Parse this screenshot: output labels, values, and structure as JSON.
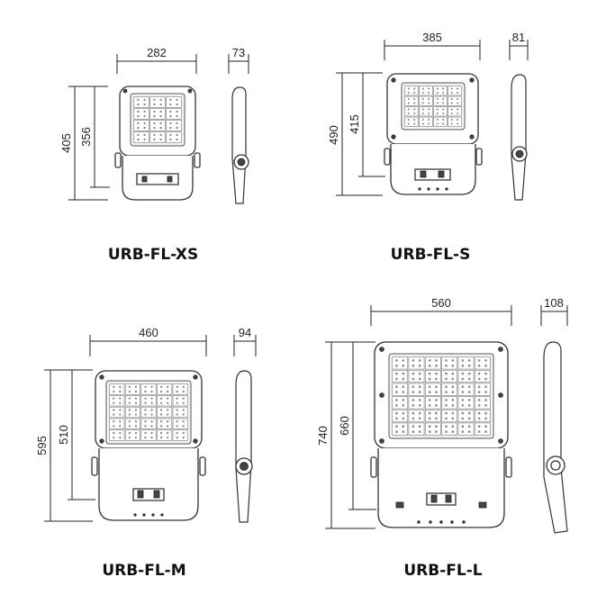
{
  "products": [
    {
      "model": "URB-FL-XS",
      "dims": {
        "width": "282",
        "depth": "73",
        "height_total": "405",
        "height_body": "356"
      },
      "grid": {
        "cols": 3,
        "rows": 4
      }
    },
    {
      "model": "URB-FL-S",
      "dims": {
        "width": "385",
        "depth": "81",
        "height_total": "490",
        "height_body": "415"
      },
      "grid": {
        "cols": 4,
        "rows": 4
      }
    },
    {
      "model": "URB-FL-M",
      "dims": {
        "width": "460",
        "depth": "94",
        "height_total": "595",
        "height_body": "510"
      },
      "grid": {
        "cols": 5,
        "rows": 5
      }
    },
    {
      "model": "URB-FL-L",
      "dims": {
        "width": "560",
        "depth": "108",
        "height_total": "740",
        "height_body": "660"
      },
      "grid": {
        "cols": 6,
        "rows": 6
      }
    }
  ]
}
